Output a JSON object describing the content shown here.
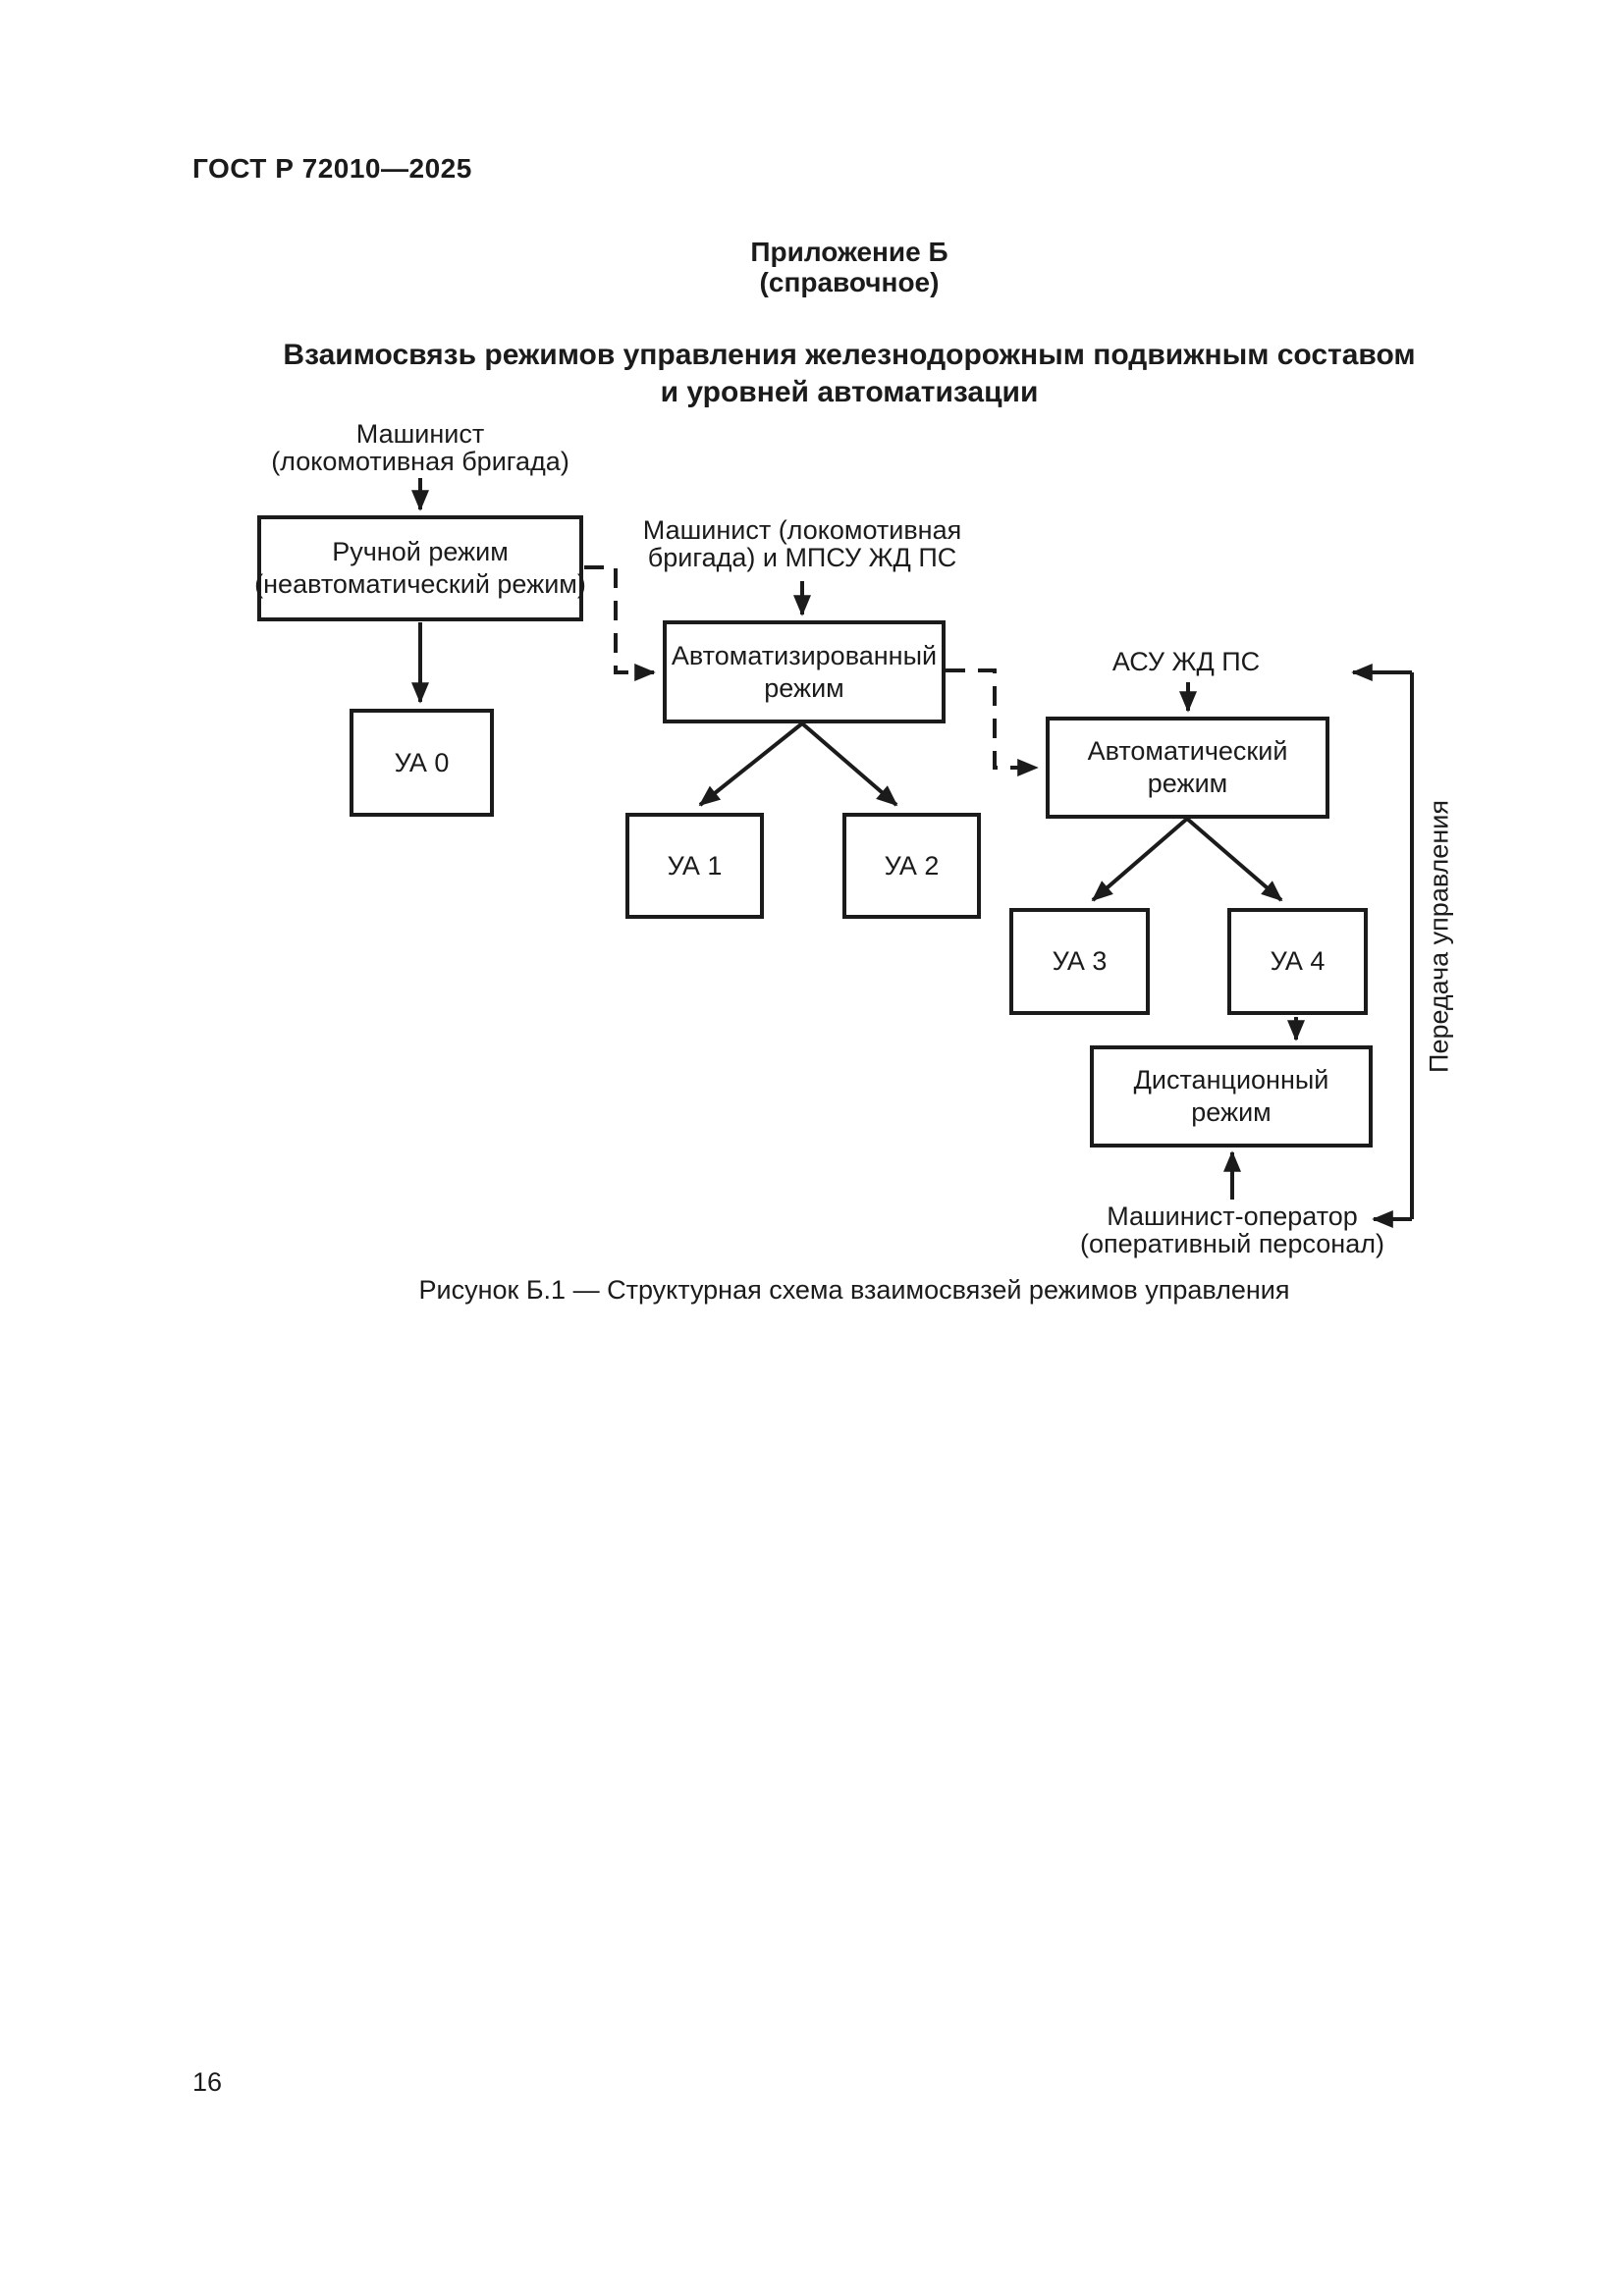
{
  "page": {
    "header": "ГОСТ Р 72010—2025",
    "page_number": "16"
  },
  "appendix": {
    "label": "Приложение Б",
    "kind": "(справочное)",
    "title_line1": "Взаимосвязь режимов управления железнодорожным подвижным составом",
    "title_line2": "и уровней автоматизации"
  },
  "diagram": {
    "labels": {
      "driver_line1": "Машинист",
      "driver_line2": "(локомотивная бригада)",
      "driver_mpsu_line1": "Машинист (локомотивная",
      "driver_mpsu_line2": "бригада) и МПСУ ЖД ПС",
      "asu": "АСУ ЖД ПС",
      "operator_line1": "Машинист-оператор",
      "operator_line2": "(оперативный персонал)",
      "transfer": "Передача управления"
    },
    "boxes": {
      "manual_line1": "Ручной режим",
      "manual_line2": "(неавтоматический режим)",
      "ua0": "УА 0",
      "automated_line1": "Автоматизированный",
      "automated_line2": "режим",
      "ua1": "УА 1",
      "ua2": "УА 2",
      "automatic_line1": "Автоматический",
      "automatic_line2": "режим",
      "ua3": "УА 3",
      "ua4": "УА 4",
      "remote_line1": "Дистанционный",
      "remote_line2": "режим"
    },
    "caption": "Рисунок Б.1 — Структурная схема взаимосвязей режимов управления"
  },
  "colors": {
    "ink": "#1b1b1b",
    "paper": "#ffffff"
  }
}
